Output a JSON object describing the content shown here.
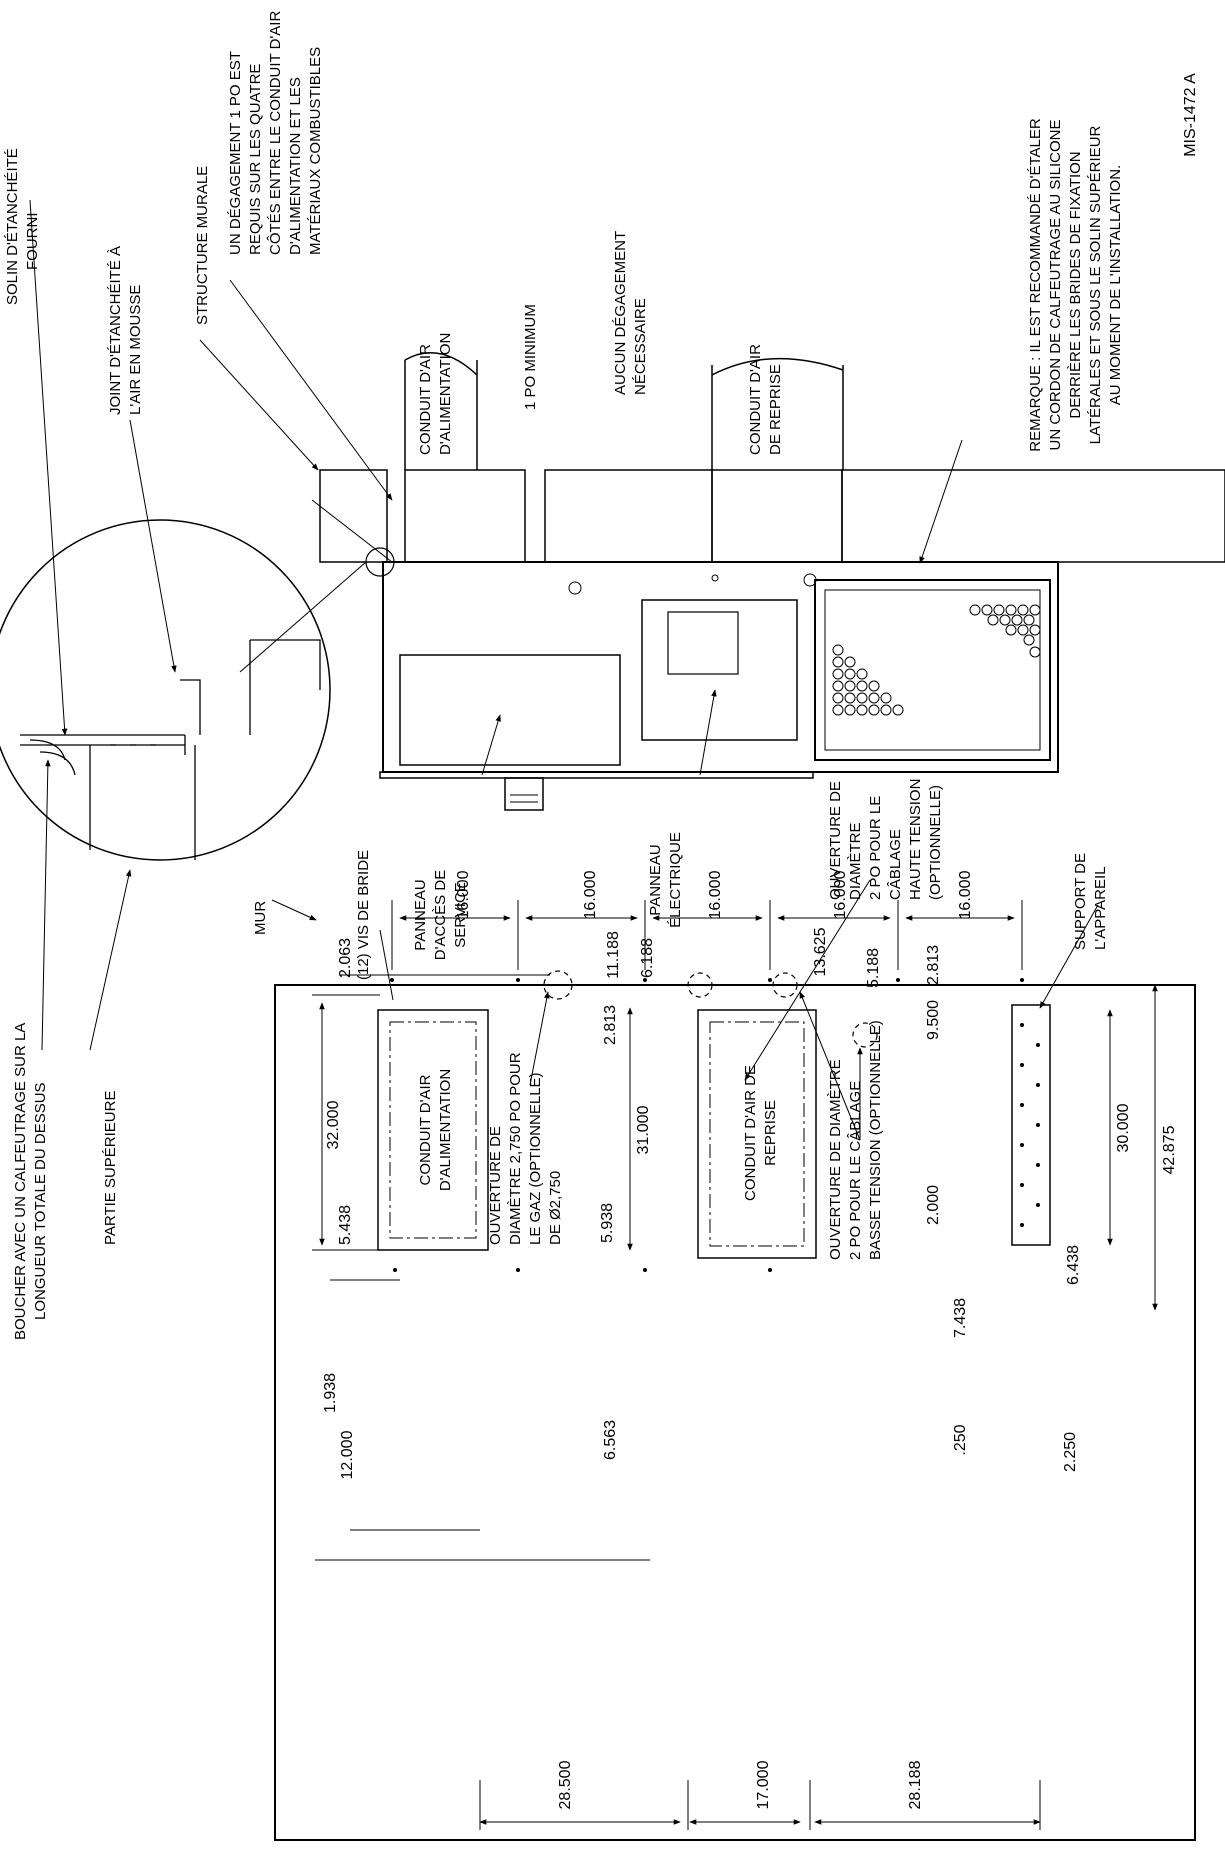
{
  "doc_id": "MIS-1472 A",
  "note": {
    "lines": [
      "REMARQUE : IL EST RECOMMANDÉ D'ÉTALER",
      "UN CORDON DE CALFEUTRAGE AU SILICONE",
      "DERRIÈRE LES BRIDES DE FIXATION",
      "LATÉRALES  ET SOUS LE SOLIN SUPÉRIEUR",
      "AU MOMENT DE L'INSTALLATION."
    ]
  },
  "callouts": {
    "solin": [
      "SOLIN D'ÉTANCHÉITÉ",
      "FOURNI"
    ],
    "joint": [
      "JOINT D'ÉTANCHÉITÉ À",
      "L'AIR EN MOUSSE"
    ],
    "structure": [
      "STRUCTURE MURALE"
    ],
    "degagement": [
      "UN DÉGAGEMENT 1 PO EST",
      "REQUIS SUR LES QUATRE",
      "CÔTÉS ENTRE LE CONDUIT D'AIR",
      "D'ALIMENTATION ET LES",
      "MATÉRIAUX COMBUSTIBLES"
    ],
    "one_po_min": [
      "1 PO MINIMUM"
    ],
    "aucun": [
      "AUCUN DÉGAGEMENT",
      "NÉCESSAIRE"
    ],
    "supply_duct_top": [
      "CONDUIT D'AIR",
      "D'ALIMENTATION"
    ],
    "return_duct_top": [
      "CONDUIT D'AIR",
      "DE REPRISE"
    ],
    "boucher": [
      "BOUCHER AVEC UN CALFEUTRAGE SUR LA",
      "LONGUEUR TOTALE DU DESSUS"
    ],
    "partie": [
      "PARTIE SUPÉRIEURE"
    ],
    "service_panel": [
      "PANNEAU",
      "D'ACCÈS DE",
      "SERVICE"
    ],
    "elec_panel": [
      "PANNEAU",
      "ÉLECTRIQUE"
    ],
    "hv_opening": [
      "OUVERTURE DE",
      "DIAMÈTRE",
      "2 PO POUR LE",
      "CÂBLAGE",
      "HAUTE TENSION",
      "(OPTIONNELLE)"
    ],
    "mur": [
      "MUR"
    ],
    "vis": [
      "(12) VIS DE BRIDE"
    ],
    "support": [
      "SUPPORT DE",
      "L'APPAREIL"
    ],
    "gas_opening": [
      "OUVERTURE DE",
      "DIAMÈTRE 2,750 PO POUR",
      "LE GAZ (OPTIONNELLE)",
      "DE Ø2,750"
    ],
    "lv_opening": [
      "OUVERTURE DE DIAMÈTRE",
      "2 PO POUR LE CÂBLAGE",
      "BASSE TENSION (OPTIONNELLE)"
    ],
    "supply_duct_wall": [
      "CONDUIT D'AIR",
      "D'ALIMENTATION"
    ],
    "return_duct_wall": [
      "CONDUIT D'AIR DE",
      "REPRISE"
    ]
  },
  "dimensions": {
    "top_row": [
      "16.000",
      "16.000",
      "16.000",
      "16.000",
      "16.000"
    ],
    "d2063": "2.063",
    "d11188": "11.188",
    "d6188": "6.188",
    "d13625": "13.625",
    "d5188": "5.188",
    "d2813a": "2.813",
    "d9500": "9.500",
    "d32000": "32.000",
    "d5438": "5.438",
    "d2813b": "2.813",
    "d5938": "5.938",
    "d31000": "31.000",
    "d2000": "2.000",
    "d6438": "6.438",
    "d30000": "30.000",
    "d42875": "42.875",
    "d7438": "7.438",
    "d1938": "1.938",
    "d12000": "12.000",
    "d6563": "6.563",
    "d250": ".250",
    "d2250": "2.250",
    "bottom_row": [
      "28.500",
      "17.000",
      "28.188"
    ]
  }
}
